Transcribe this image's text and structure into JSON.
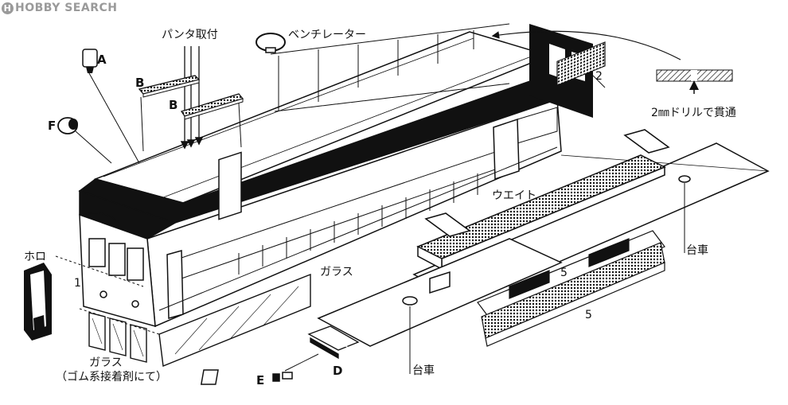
{
  "watermark": {
    "logo_letter": "H",
    "text": "HOBBY SEARCH"
  },
  "labels": {
    "A": "A",
    "B1": "B",
    "B2": "B",
    "F": "F",
    "pantograph_mount": "パンタ取付",
    "ventilator": "ベンチレーター",
    "part2": "2",
    "drill": "2㎜ドリルで貫通",
    "weight": "ウエイト",
    "bogie_right": "台車",
    "bogie_bottom": "台車",
    "horo": "ホロ",
    "part1": "1",
    "glass_right": "ガラス",
    "glass_left": "ガラス",
    "glass_note": "（ゴム系接着剤にて）",
    "E": "E",
    "D": "D",
    "part5a": "5",
    "part5b": "5"
  }
}
